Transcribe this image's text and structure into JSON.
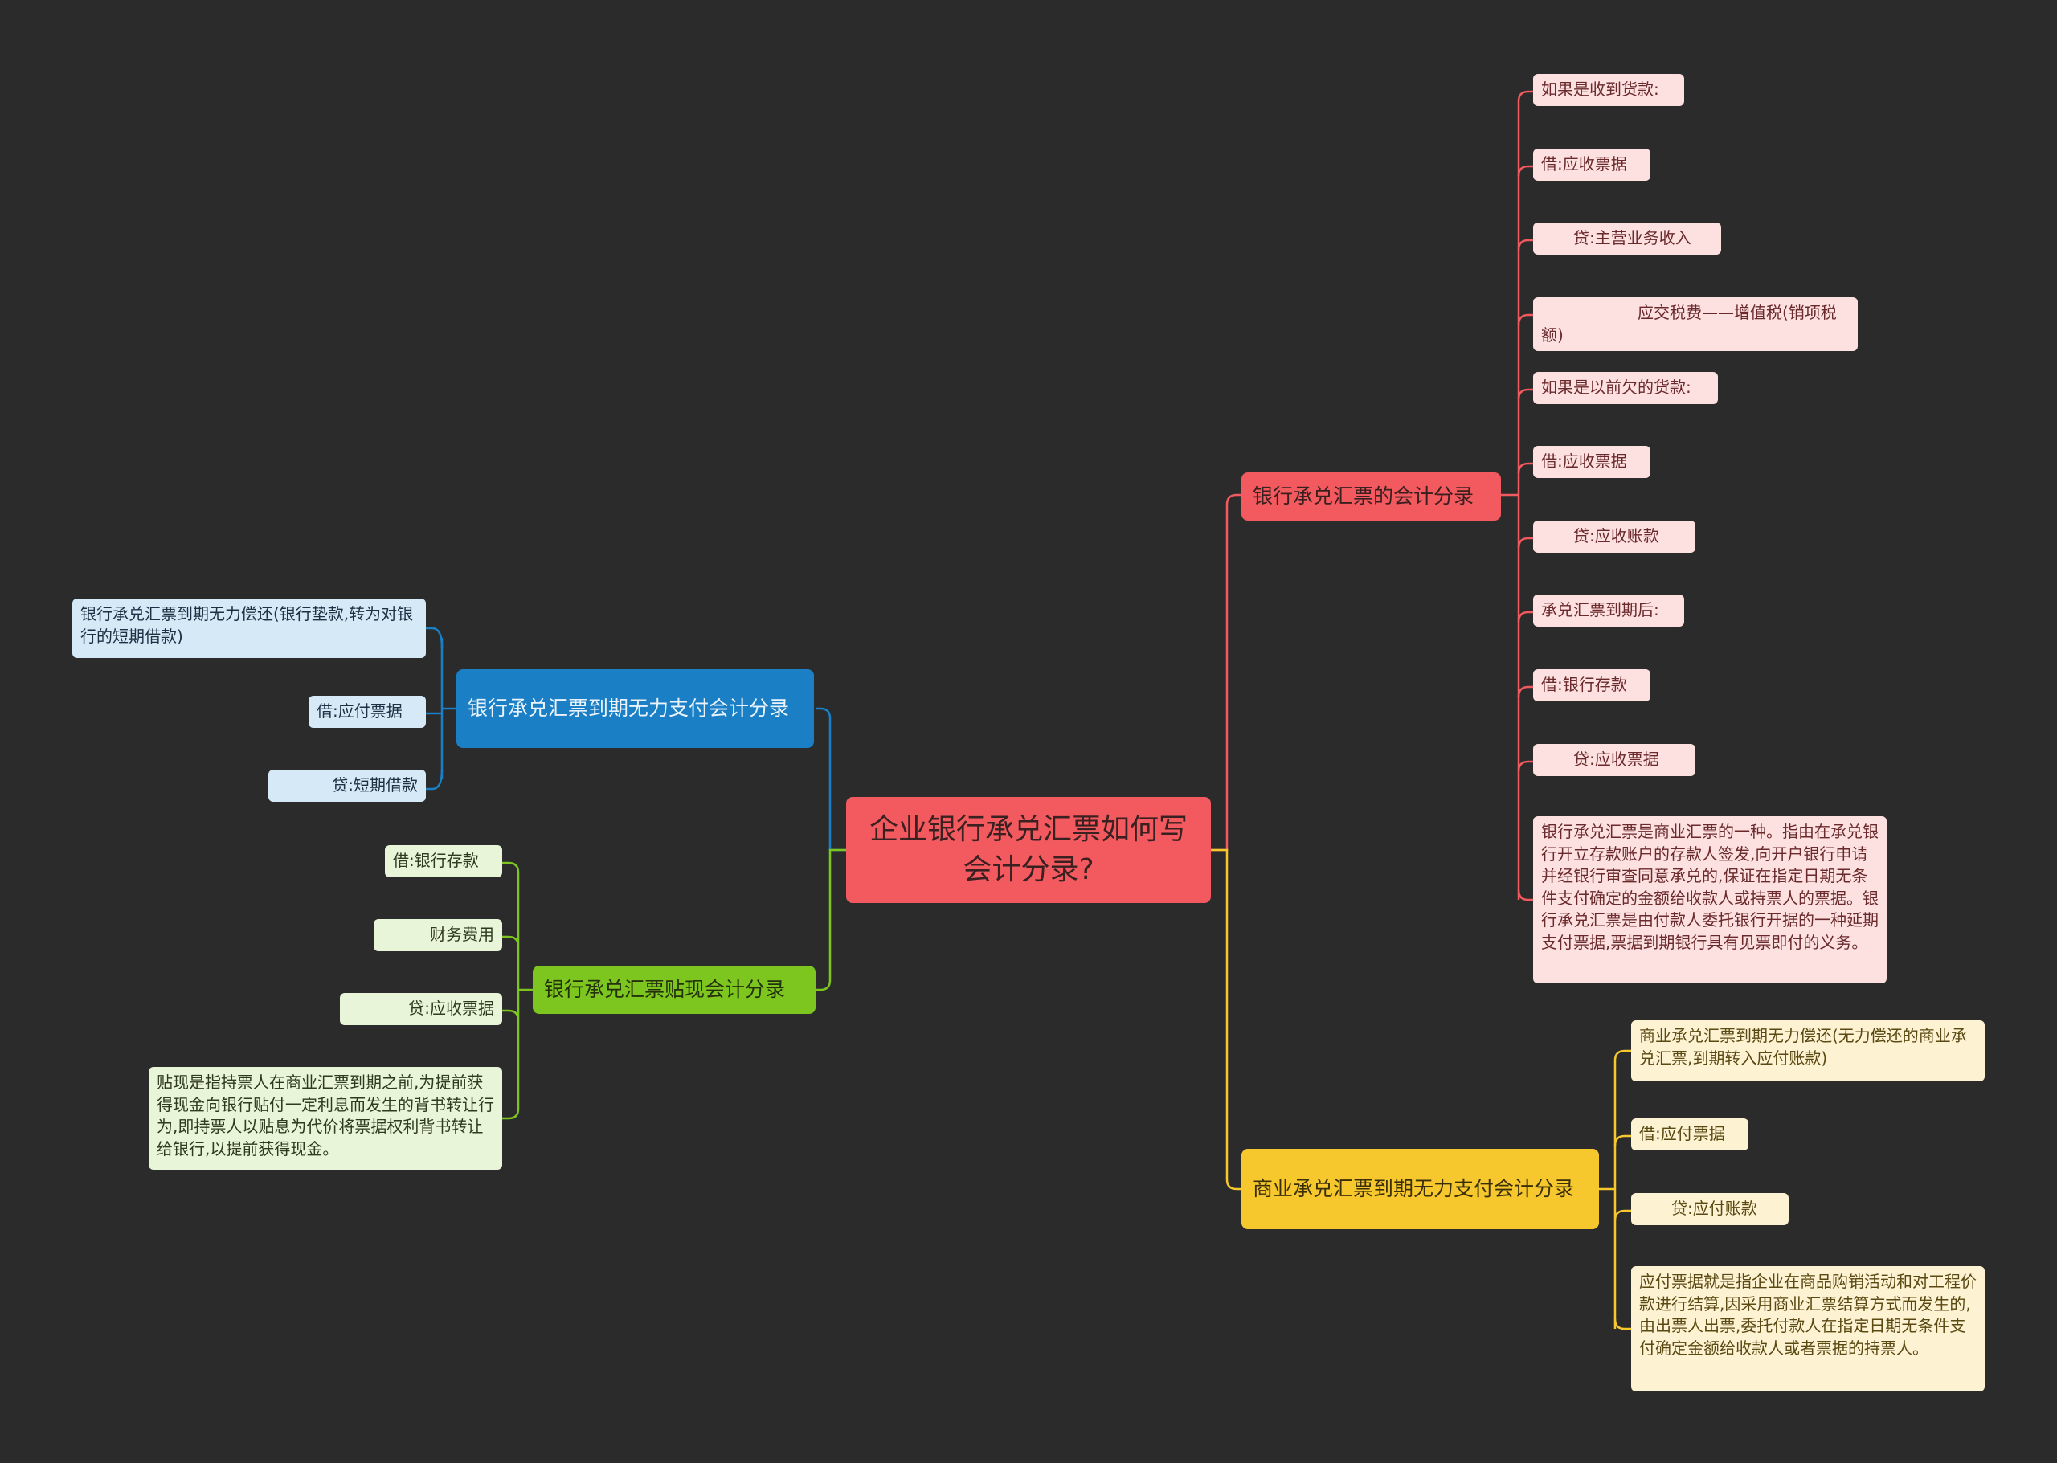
{
  "root": {
    "label": "企业银行承兑汇票如何写会计分录?"
  },
  "branches": {
    "bank_accept": {
      "label": "银行承兑汇票的会计分录",
      "color": "#f25a5f",
      "items": [
        "如果是收到货款:",
        "借:应收票据",
        "　　贷:主营业务收入",
        "　　　　　　应交税费——增值税(销项税额)",
        "如果是以前欠的货款:",
        "借:应收票据",
        "　　贷:应收账款",
        "承兑汇票到期后:",
        "借:银行存款",
        "　　贷:应收票据",
        "银行承兑汇票是商业汇票的一种。指由在承兑银行开立存款账户的存款人签发,向开户银行申请并经银行审查同意承兑的,保证在指定日期无条件支付确定的金额给收款人或持票人的票据。银行承兑汇票是由付款人委托银行开据的一种延期支付票据,票据到期银行具有见票即付的义务。"
      ]
    },
    "commercial_unable": {
      "label": "商业承兑汇票到期无力支付会计分录",
      "color": "#f7c82e",
      "items": [
        "商业承兑汇票到期无力偿还(无力偿还的商业承兑汇票,到期转入应付账款)",
        "借:应付票据",
        "　　贷:应付账款",
        "应付票据就是指企业在商品购销活动和对工程价款进行结算,因采用商业汇票结算方式而发生的,由出票人出票,委托付款人在指定日期无条件支付确定金额给收款人或者票据的持票人。"
      ]
    },
    "bank_unable": {
      "label": "银行承兑汇票到期无力支付会计分录",
      "color": "#1a7fc4",
      "items": [
        "银行承兑汇票到期无力偿还(银行垫款,转为对银行的短期借款)",
        "借:应付票据",
        "贷:短期借款"
      ]
    },
    "discount": {
      "label": "银行承兑汇票贴现会计分录",
      "color": "#7dc51f",
      "items": [
        "借:银行存款",
        "财务费用",
        "贷:应收票据",
        "贴现是指持票人在商业汇票到期之前,为提前获得现金向银行贴付一定利息而发生的背书转让行为,即持票人以贴息为代价将票据权利背书转让给银行,以提前获得现金。"
      ]
    }
  }
}
